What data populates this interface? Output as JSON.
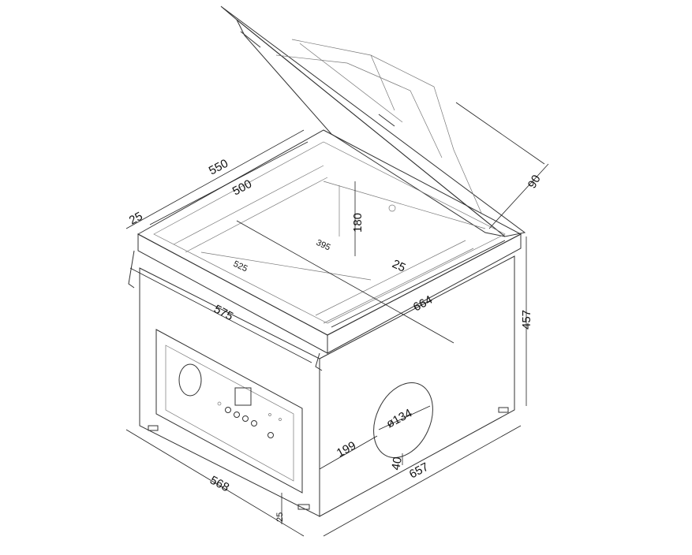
{
  "dimensions": {
    "lid_height": "90",
    "chamber_outer_width": "550",
    "chamber_inner_width": "500",
    "rim_left": "25",
    "chamber_depth": "180",
    "seal_bar_length": "395",
    "chamber_inner_depth": "525",
    "rim_right": "25",
    "top_width": "575",
    "top_depth": "664",
    "body_height": "457",
    "port_diameter": "ø134",
    "port_offset_side": "199",
    "port_offset_bottom": "40",
    "base_depth": "657",
    "base_width": "568",
    "foot_height": "25"
  }
}
